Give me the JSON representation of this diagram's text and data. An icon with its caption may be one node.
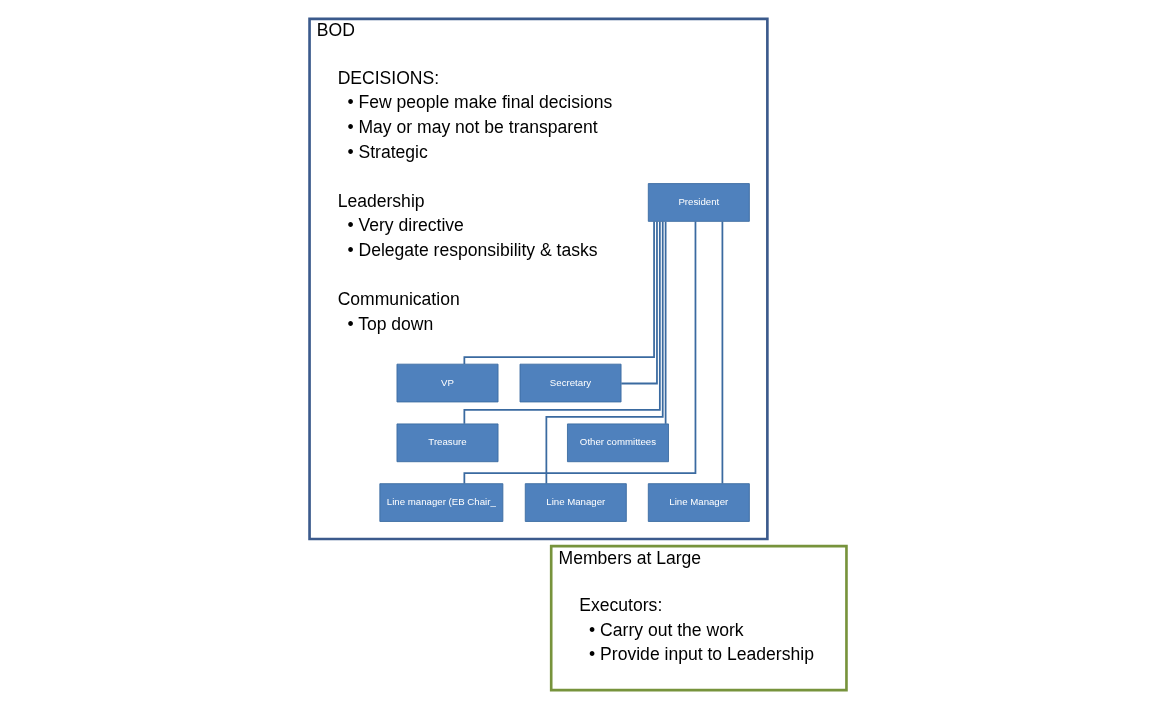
{
  "diagram": {
    "nodes": [
      {
        "text": [
          "BOD",
          "DECISIONS:",
          "• Few people make final decisions",
          "• May or may not be transparent",
          "• Strategic",
          "Leadership",
          "• Very directive",
          "• Delegate responsibility & tasks",
          "Communication",
          "• Top down"
        ]
      },
      {
        "text": [
          "Members at Large",
          "Executors:",
          "• Carry out the work",
          "• Provide input to Leadership"
        ]
      },
      {
        "text": [
          "President"
        ],
        "in": 0
      },
      {
        "text": [
          "VP"
        ],
        "in": 0
      },
      {
        "text": [
          "Secretary"
        ],
        "in": 0
      },
      {
        "text": [
          "Treasure"
        ],
        "in": 0
      },
      {
        "text": [
          "Other committees"
        ],
        "in": 0
      },
      {
        "text": [
          "Line manager (EB Chair_"
        ],
        "in": 0
      },
      {
        "text": [
          "Line Manager"
        ],
        "in": 0
      },
      {
        "text": [
          "Line Manager"
        ],
        "in": 0
      }
    ],
    "edges": [
      {
        "from": 2,
        "to": 3,
        "arrow": "none"
      },
      {
        "from": 2,
        "to": 4,
        "arrow": "none"
      },
      {
        "from": 2,
        "to": 5,
        "arrow": "none"
      },
      {
        "from": 2,
        "to": 6,
        "arrow": "none"
      },
      {
        "from": 2,
        "to": 7,
        "arrow": "none"
      },
      {
        "from": 2,
        "to": 8,
        "arrow": "none"
      },
      {
        "from": 2,
        "to": 9,
        "arrow": "none"
      }
    ]
  }
}
